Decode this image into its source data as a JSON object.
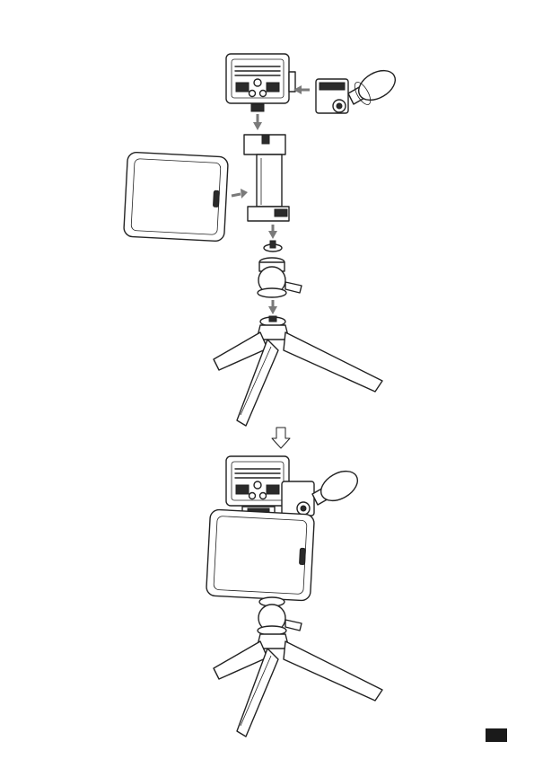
{
  "figure": {
    "components": {
      "led_light": "led-light",
      "microphone": "shotgun-microphone",
      "phone_clamp": "phone-clamp",
      "smartphone": "smartphone",
      "mounting_screw": "tripod-screw",
      "ball_head": "ball-head",
      "tripod": "mini-tripod"
    },
    "arrow_color": "#7a7a7a",
    "line_color": "#222222"
  },
  "page_marker": {
    "color": "#1a1a1a"
  }
}
